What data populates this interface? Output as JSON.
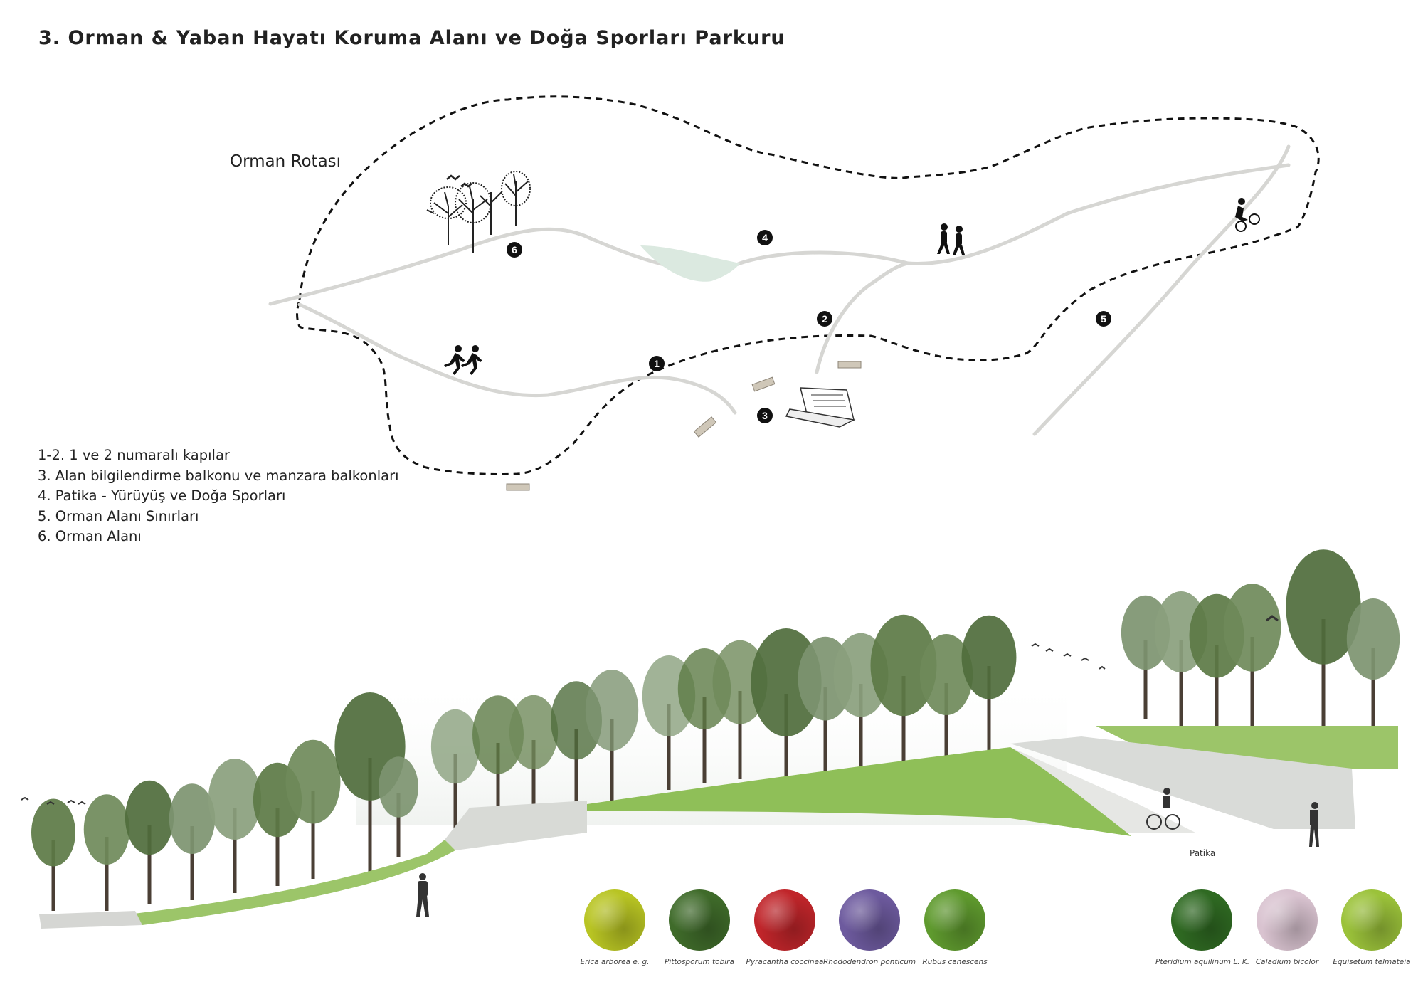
{
  "title": "3. Orman & Yaban Hayatı Koruma Alanı ve Doğa Sporları Parkuru",
  "map": {
    "route_label": "Orman Rotası",
    "markers": [
      "1",
      "2",
      "3",
      "4",
      "5",
      "6"
    ]
  },
  "legend": [
    "1-2. 1 ve 2 numaralı kapılar",
    "3. Alan bilgilendirme balkonu ve manzara balkonları",
    "4. Patika - Yürüyüş ve Doğa Sporları",
    "5. Orman Alanı Sınırları",
    "6. Orman Alanı"
  ],
  "section": {
    "path_label": "Patika"
  },
  "plants": [
    {
      "name": "Erica arborea e. g.",
      "color": "#b8c423"
    },
    {
      "name": "Pittosporum tobira",
      "color": "#3f6b2a"
    },
    {
      "name": "Pyracantha coccinea",
      "color": "#c0252a"
    },
    {
      "name": "Rhododendron ponticum",
      "color": "#6d5a9e"
    },
    {
      "name": "Rubus canescens",
      "color": "#5f9a2e"
    },
    {
      "name": "Pteridium aquilinum L. K.",
      "color": "#2f6a22"
    },
    {
      "name": "Caladium bicolor",
      "color": "#d9c3d0"
    },
    {
      "name": "Equisetum telmateia",
      "color": "#9bc23a"
    }
  ]
}
